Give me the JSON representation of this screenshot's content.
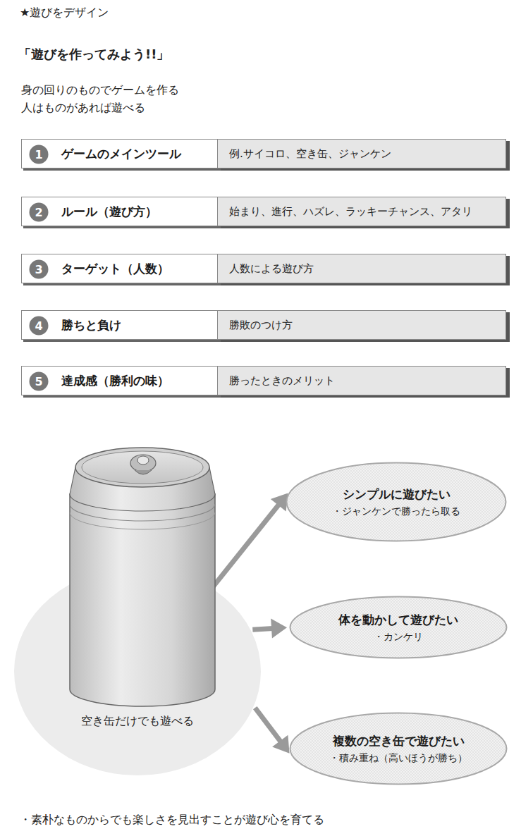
{
  "diagram": {
    "title": "「遊びを作ってみよう!!」",
    "caption": "・素朴なものからでも楽しさを見出すことが遊び心を育てる",
    "nodes": [
      {
        "text": [
          "ゲームのメインツール"
        ]
      },
      {
        "text": [
          "1"
        ],
        "in": 0
      },
      {
        "text": [
          "例.サイコロ、空き缶、ジャンケン"
        ]
      },
      {
        "text": [
          "ルール（遊び方）"
        ]
      },
      {
        "text": [
          "2"
        ],
        "in": 3
      },
      {
        "text": [
          "始まり、進行、ハズレ、ラッキーチャンス、アタリ"
        ]
      },
      {
        "text": [
          "ターゲット（人数）"
        ]
      },
      {
        "text": [
          "3"
        ],
        "in": 6
      },
      {
        "text": [
          "人数による遊び方"
        ]
      },
      {
        "text": [
          "勝ちと負け"
        ]
      },
      {
        "text": [
          "4"
        ],
        "in": 9
      },
      {
        "text": [
          "勝敗のつけ方"
        ]
      },
      {
        "text": [
          "達成感（勝利の味）"
        ]
      },
      {
        "text": [
          "5"
        ],
        "in": 12
      },
      {
        "text": [
          "勝ったときのメリット"
        ]
      },
      {
        "text": [
          "空き缶だけでも遊べる"
        ]
      },
      {
        "text": [
          "シンプルに遊びたい",
          "・ジャンケンで勝ったら取る"
        ]
      },
      {
        "text": [
          "体を動かして遊びたい",
          "・カンケリ"
        ]
      },
      {
        "text": [
          "複数の空き缶で遊びたい",
          "・積み重ね（高いほうが勝ち）"
        ]
      }
    ],
    "edges": [
      {
        "from": 15,
        "to": 16,
        "arrow": "to"
      },
      {
        "from": 15,
        "to": 17,
        "arrow": "to"
      },
      {
        "from": 15,
        "to": 18,
        "arrow": "to"
      }
    ],
    "labels": [
      "★遊びをデザイン",
      "身の回りのものでゲームを作る",
      "人はものがあれば遊べる"
    ]
  }
}
